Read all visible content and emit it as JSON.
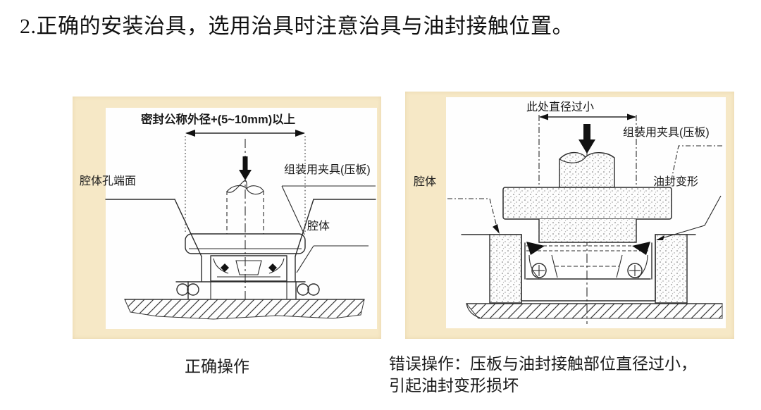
{
  "page": {
    "title": "2.正确的安装治具，选用治具时注意治具与油封接触位置。",
    "panel_color": "#f6e8c6",
    "line_color": "#2b2b2b",
    "background": "#ffffff"
  },
  "left": {
    "caption": "正确操作",
    "labels": {
      "dimension": "密封公称外径+(5~10mm)以上",
      "cavity_face": "腔体孔端面",
      "fixture": "组装用夹具(压板)",
      "cavity": "腔体"
    }
  },
  "right": {
    "caption_line1": "错误操作：压板与油封接触部位直径过小，",
    "caption_line2": "引起油封变形损坏",
    "labels": {
      "dimension": "此处直径过小",
      "fixture": "组装用夹具(压板)",
      "cavity": "腔体",
      "seal_deform": "油封变形"
    }
  }
}
